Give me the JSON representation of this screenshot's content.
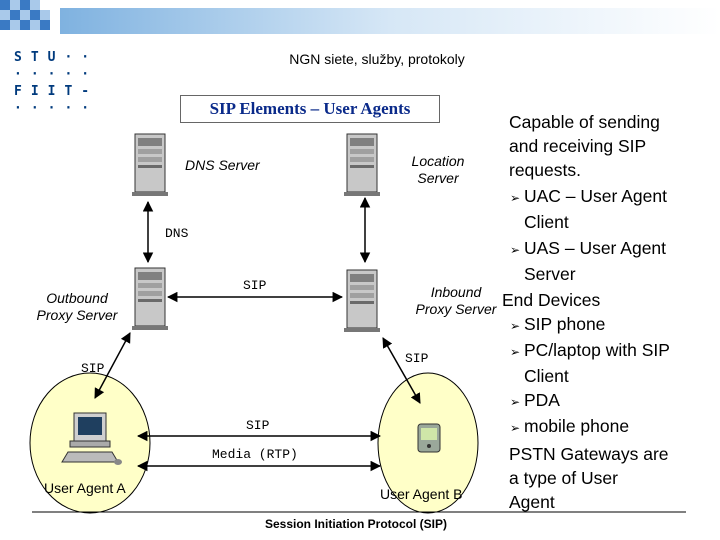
{
  "header": {
    "title": "NGN siete, služby, protokoly"
  },
  "logo": {
    "row1": "STU··",
    "row2": "·····",
    "row3": "FIIT-",
    "row4": "·····"
  },
  "slide": {
    "title": "SIP Elements – User Agents"
  },
  "diagram": {
    "dns_server": "DNS Server",
    "location_server": "Location Server",
    "location_server_line1": "Location",
    "location_server_line2": "Server",
    "outbound_line1": "Outbound",
    "outbound_line2": "Proxy Server",
    "inbound_line1": "Inbound",
    "inbound_line2": "Proxy Server",
    "dns_label": "DNS",
    "sip_top": "SIP",
    "sip_left": "SIP",
    "sip_right": "SIP",
    "sip_bottom": "SIP",
    "media": "Media (RTP)",
    "user_agent_a": "User Agent A",
    "user_agent_b": "User Agent B"
  },
  "bullets": {
    "b1_line1": "Capable of sending",
    "b1_line2": "and receiving SIP",
    "b1_line3": "requests.",
    "uac_line1": "UAC – User Agent",
    "uac_line2": "Client",
    "uas_line1": "UAS – User Agent",
    "uas_line2": "Server",
    "end_devices": "End Devices",
    "sip_phone": "SIP phone",
    "pc_line1": "PC/laptop with SIP",
    "pc_line2": "Client",
    "pda": "PDA",
    "mobile": "mobile phone",
    "pstn_line1": "PSTN Gateways are",
    "pstn_line2": "a type of User",
    "pstn_line3": "Agent"
  },
  "footer": {
    "text": "Session Initiation Protocol (SIP)"
  },
  "colors": {
    "accent_blue": "#0a2a8a",
    "ellipse_yellow": "#ffffc8",
    "logo_blue": "#003a7d"
  }
}
